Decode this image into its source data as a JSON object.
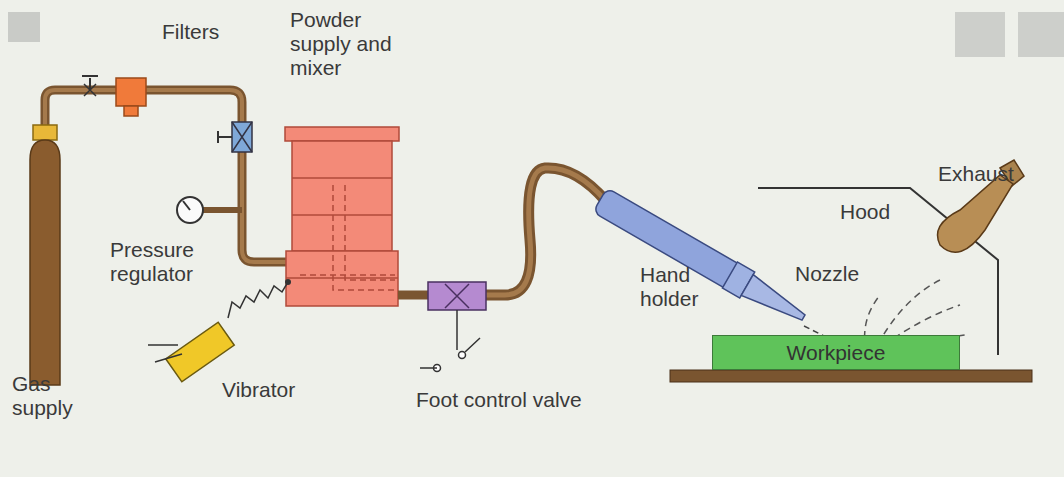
{
  "diagram": {
    "nodes": [
      {
        "text": [
          "Workpiece"
        ]
      }
    ],
    "labels": [
      "Filters",
      "Powder supply and mixer",
      "Pressure regulator",
      "Gas supply",
      "Vibrator",
      "Foot control valve",
      "Hand holder",
      "Nozzle",
      "Hood",
      "Exhaust"
    ]
  }
}
